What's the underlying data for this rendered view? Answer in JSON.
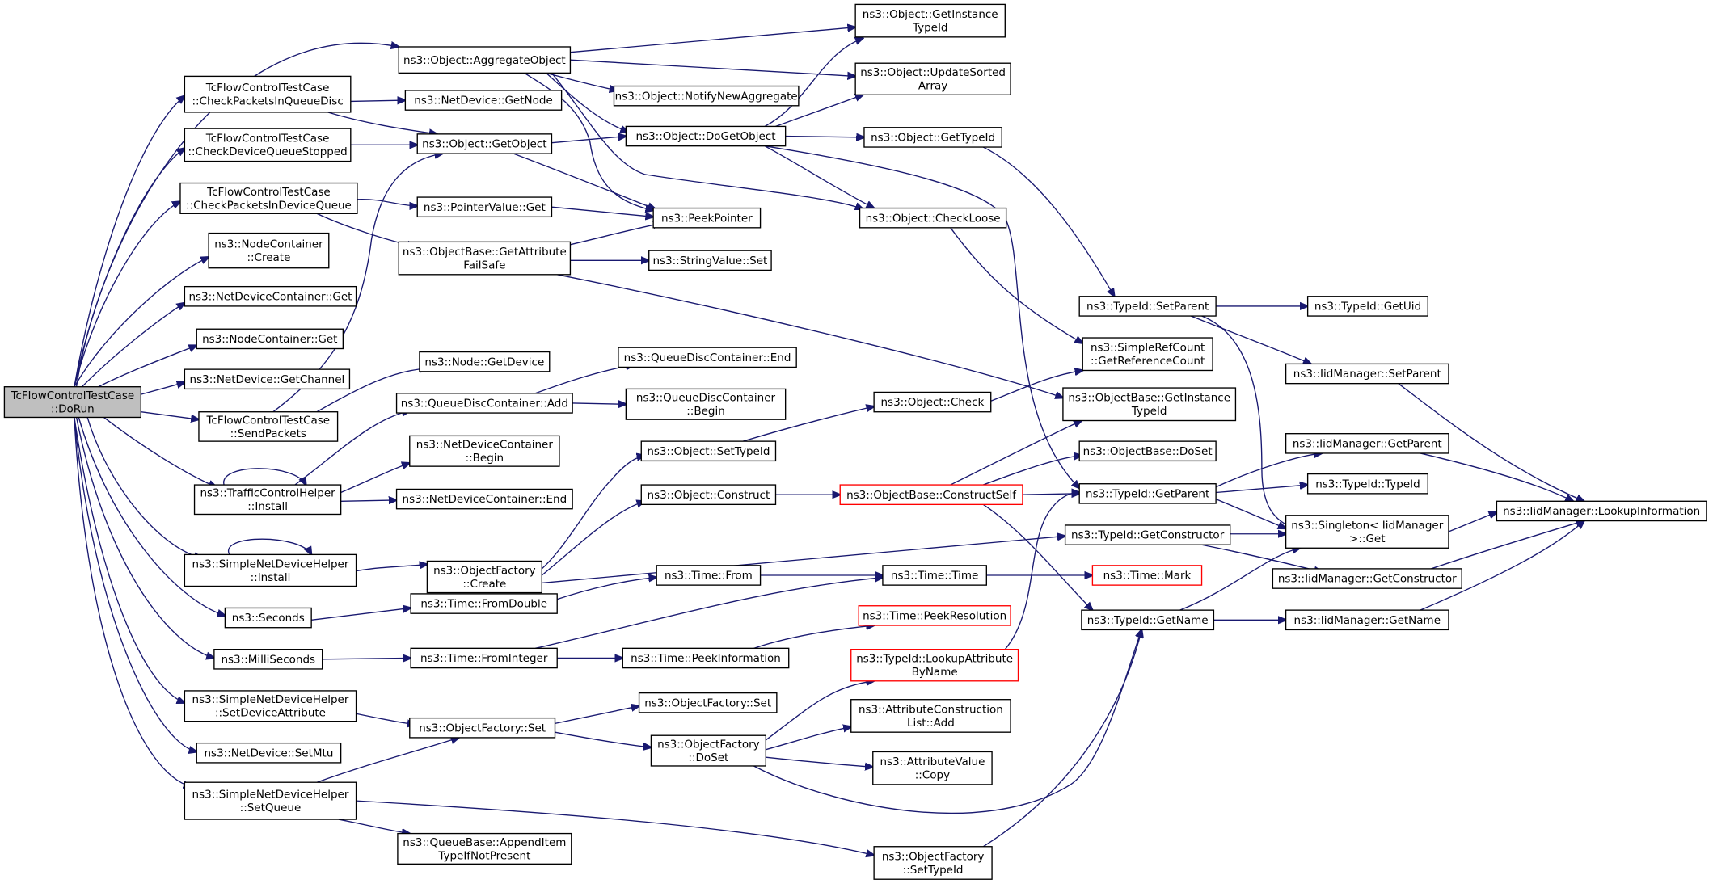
{
  "graph": {
    "nodes": [
      {
        "id": "root",
        "lines": [
          "TcFlowControlTestCase",
          "::DoRun"
        ],
        "style": "root"
      },
      {
        "id": "aggregate",
        "lines": [
          "ns3::Object::AggregateObject"
        ]
      },
      {
        "id": "checkPktQD",
        "lines": [
          "TcFlowControlTestCase",
          "::CheckPacketsInQueueDisc"
        ]
      },
      {
        "id": "checkDevQS",
        "lines": [
          "TcFlowControlTestCase",
          "::CheckDeviceQueueStopped"
        ]
      },
      {
        "id": "checkPktDQ",
        "lines": [
          "TcFlowControlTestCase",
          "::CheckPacketsInDeviceQueue"
        ]
      },
      {
        "id": "ncCreate",
        "lines": [
          "ns3::NodeContainer",
          "::Create"
        ]
      },
      {
        "id": "ndcGet",
        "lines": [
          "ns3::NetDeviceContainer::Get"
        ]
      },
      {
        "id": "ncGet",
        "lines": [
          "ns3::NodeContainer::Get"
        ]
      },
      {
        "id": "ndGetChannel",
        "lines": [
          "ns3::NetDevice::GetChannel"
        ]
      },
      {
        "id": "sendPackets",
        "lines": [
          "TcFlowControlTestCase",
          "::SendPackets"
        ]
      },
      {
        "id": "tchInstall",
        "lines": [
          "ns3::TrafficControlHelper",
          "::Install"
        ]
      },
      {
        "id": "sndhInstall",
        "lines": [
          "ns3::SimpleNetDeviceHelper",
          "::Install"
        ]
      },
      {
        "id": "seconds",
        "lines": [
          "ns3::Seconds"
        ]
      },
      {
        "id": "milliSeconds",
        "lines": [
          "ns3::MilliSeconds"
        ]
      },
      {
        "id": "sndhSetDevAttr",
        "lines": [
          "ns3::SimpleNetDeviceHelper",
          "::SetDeviceAttribute"
        ]
      },
      {
        "id": "ndSetMtu",
        "lines": [
          "ns3::NetDevice::SetMtu"
        ]
      },
      {
        "id": "sndhSetQueue",
        "lines": [
          "ns3::SimpleNetDeviceHelper",
          "::SetQueue"
        ]
      },
      {
        "id": "ndGetNode",
        "lines": [
          "ns3::NetDevice::GetNode"
        ]
      },
      {
        "id": "getObject",
        "lines": [
          "ns3::Object::GetObject"
        ]
      },
      {
        "id": "pvGet",
        "lines": [
          "ns3::PointerValue::Get"
        ]
      },
      {
        "id": "obGetAttrFS",
        "lines": [
          "ns3::ObjectBase::GetAttribute",
          "FailSafe"
        ]
      },
      {
        "id": "nodeGetDevice",
        "lines": [
          "ns3::Node::GetDevice"
        ]
      },
      {
        "id": "qdcAdd",
        "lines": [
          "ns3::QueueDiscContainer::Add"
        ]
      },
      {
        "id": "ndcBegin",
        "lines": [
          "ns3::NetDeviceContainer",
          "::Begin"
        ]
      },
      {
        "id": "ndcEnd",
        "lines": [
          "ns3::NetDeviceContainer::End"
        ]
      },
      {
        "id": "ofCreate",
        "lines": [
          "ns3::ObjectFactory",
          "::Create"
        ]
      },
      {
        "id": "timeFromDouble",
        "lines": [
          "ns3::Time::FromDouble"
        ]
      },
      {
        "id": "timeFromInteger",
        "lines": [
          "ns3::Time::FromInteger"
        ]
      },
      {
        "id": "ofSet",
        "lines": [
          "ns3::ObjectFactory::Set"
        ]
      },
      {
        "id": "qbAppend",
        "lines": [
          "ns3::QueueBase::AppendItem",
          "TypeIfNotPresent"
        ]
      },
      {
        "id": "notifyNewAgg",
        "lines": [
          "ns3::Object::NotifyNewAggregate"
        ]
      },
      {
        "id": "doGetObject",
        "lines": [
          "ns3::Object::DoGetObject"
        ]
      },
      {
        "id": "peekPointer",
        "lines": [
          "ns3::PeekPointer"
        ]
      },
      {
        "id": "svSet",
        "lines": [
          "ns3::StringValue::Set"
        ]
      },
      {
        "id": "qdcEnd",
        "lines": [
          "ns3::QueueDiscContainer::End"
        ]
      },
      {
        "id": "qdcBegin",
        "lines": [
          "ns3::QueueDiscContainer",
          "::Begin"
        ]
      },
      {
        "id": "objSetTypeId",
        "lines": [
          "ns3::Object::SetTypeId"
        ]
      },
      {
        "id": "objConstruct",
        "lines": [
          "ns3::Object::Construct"
        ]
      },
      {
        "id": "timeFrom",
        "lines": [
          "ns3::Time::From"
        ]
      },
      {
        "id": "timePeekInfo",
        "lines": [
          "ns3::Time::PeekInformation"
        ]
      },
      {
        "id": "ofSet2",
        "lines": [
          "ns3::ObjectFactory::Set"
        ]
      },
      {
        "id": "ofDoSet",
        "lines": [
          "ns3::ObjectFactory",
          "::DoSet"
        ]
      },
      {
        "id": "getInstTypeId",
        "lines": [
          "ns3::Object::GetInstance",
          "TypeId"
        ]
      },
      {
        "id": "updateSorted",
        "lines": [
          "ns3::Object::UpdateSorted",
          "Array"
        ]
      },
      {
        "id": "objGetTypeId",
        "lines": [
          "ns3::Object::GetTypeId"
        ]
      },
      {
        "id": "checkLoose",
        "lines": [
          "ns3::Object::CheckLoose"
        ]
      },
      {
        "id": "objCheck",
        "lines": [
          "ns3::Object::Check"
        ]
      },
      {
        "id": "obConstructSelf",
        "lines": [
          "ns3::ObjectBase::ConstructSelf"
        ],
        "style": "red"
      },
      {
        "id": "timeTime",
        "lines": [
          "ns3::Time::Time"
        ]
      },
      {
        "id": "timePeekRes",
        "lines": [
          "ns3::Time::PeekResolution"
        ],
        "style": "red"
      },
      {
        "id": "tidLookupAttr",
        "lines": [
          "ns3::TypeId::LookupAttribute",
          "ByName"
        ],
        "style": "red"
      },
      {
        "id": "acListAdd",
        "lines": [
          "ns3::AttributeConstruction",
          "List::Add"
        ]
      },
      {
        "id": "avCopy",
        "lines": [
          "ns3::AttributeValue",
          "::Copy"
        ]
      },
      {
        "id": "ofSetTypeId",
        "lines": [
          "ns3::ObjectFactory",
          "::SetTypeId"
        ]
      },
      {
        "id": "tidSetParent",
        "lines": [
          "ns3::TypeId::SetParent"
        ]
      },
      {
        "id": "srcGetRefCount",
        "lines": [
          "ns3::SimpleRefCount",
          "::GetReferenceCount"
        ]
      },
      {
        "id": "obGetInstTypeId",
        "lines": [
          "ns3::ObjectBase::GetInstance",
          "TypeId"
        ]
      },
      {
        "id": "obDoSet",
        "lines": [
          "ns3::ObjectBase::DoSet"
        ]
      },
      {
        "id": "tidGetParent",
        "lines": [
          "ns3::TypeId::GetParent"
        ]
      },
      {
        "id": "tidGetConstructor",
        "lines": [
          "ns3::TypeId::GetConstructor"
        ]
      },
      {
        "id": "timeMark",
        "lines": [
          "ns3::Time::Mark"
        ],
        "style": "red"
      },
      {
        "id": "tidGetName",
        "lines": [
          "ns3::TypeId::GetName"
        ]
      },
      {
        "id": "tidGetUid",
        "lines": [
          "ns3::TypeId::GetUid"
        ]
      },
      {
        "id": "iidSetParent",
        "lines": [
          "ns3::IidManager::SetParent"
        ]
      },
      {
        "id": "iidGetParent",
        "lines": [
          "ns3::IidManager::GetParent"
        ]
      },
      {
        "id": "tidTypeId",
        "lines": [
          "ns3::TypeId::TypeId"
        ]
      },
      {
        "id": "singletonGet",
        "lines": [
          "ns3::Singleton< IidManager",
          " >::Get"
        ]
      },
      {
        "id": "iidGetConstructor",
        "lines": [
          "ns3::IidManager::GetConstructor"
        ]
      },
      {
        "id": "iidGetName",
        "lines": [
          "ns3::IidManager::GetName"
        ]
      },
      {
        "id": "iidLookupInfo",
        "lines": [
          "ns3::IidManager::LookupInformation"
        ]
      }
    ]
  },
  "colors": {
    "edge": "#191970",
    "root_fill": "#bfbfbf",
    "node_border": "#000000",
    "highlight_border": "#ff0000"
  }
}
